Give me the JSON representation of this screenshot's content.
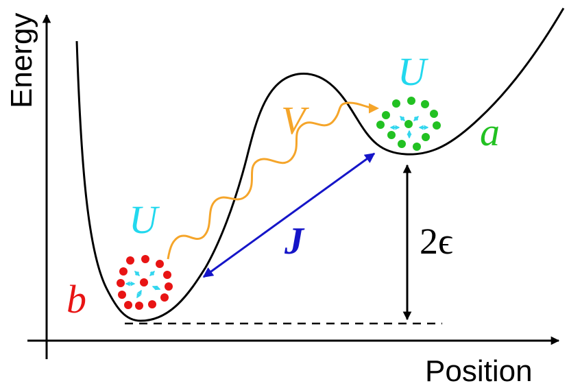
{
  "axes": {
    "y_label": "Energy",
    "x_label": "Position"
  },
  "labels": {
    "U_left": "U",
    "U_right": "U",
    "V": "V",
    "J": "J",
    "a": "a",
    "b": "b",
    "gap": "2ϵ"
  },
  "colors": {
    "curve": "#000000",
    "U": "#22d8ee",
    "V": "#f5a52a",
    "J": "#1515c8",
    "well_a": "#22c122",
    "well_b": "#e81414",
    "inner_arrows": "#33d6ee",
    "gap_arrow": "#000000"
  },
  "clusters": {
    "well_a": {
      "particles": 12
    },
    "well_b": {
      "particles": 13
    }
  }
}
